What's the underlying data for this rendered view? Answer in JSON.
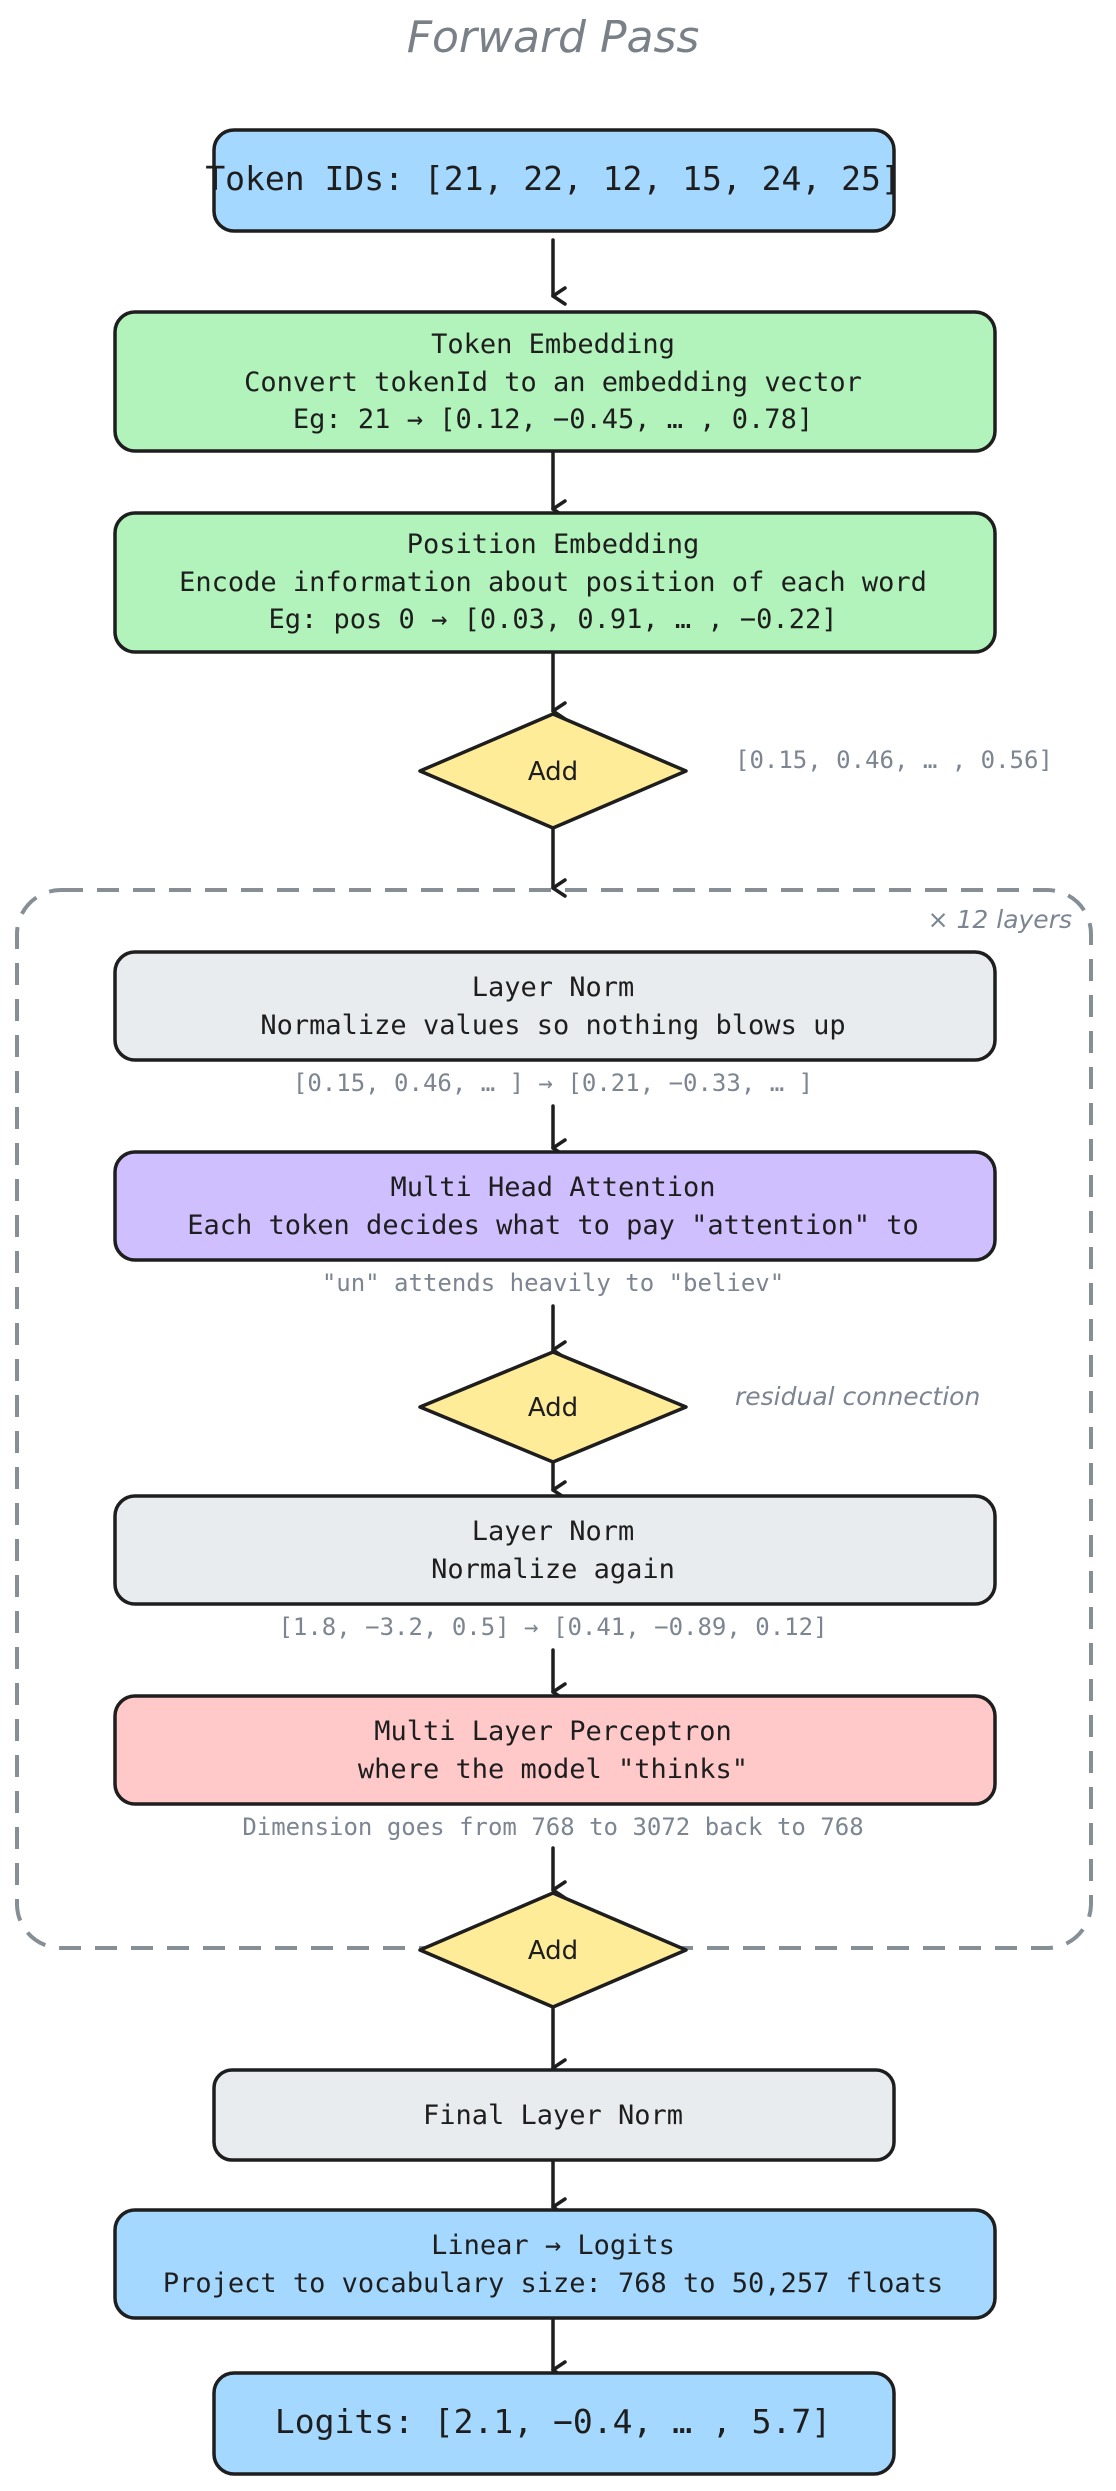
{
  "title": "Forward Pass",
  "colors": {
    "blue": "#a5d8ff",
    "green": "#b2f2bb",
    "gray": "#e9ecef",
    "purple": "#d0bfff",
    "red": "#ffc9c9",
    "yellow": "#ffec99",
    "stroke": "#1e1e1e",
    "note": "#7c8591"
  },
  "nodes": {
    "token_ids": {
      "lines": [
        "Token IDs: [21, 22, 12, 15, 24, 25]"
      ]
    },
    "token_embedding": {
      "lines": [
        "Token Embedding",
        "Convert tokenId to an embedding vector",
        "Eg: 21 → [0.12, −0.45, … , 0.78]"
      ]
    },
    "position_embedding": {
      "lines": [
        "Position Embedding",
        "Encode information about position of each word",
        "Eg: pos 0 → [0.03, 0.91, … , −0.22]"
      ]
    },
    "add_1": {
      "label": "Add"
    },
    "layer_norm_1": {
      "lines": [
        "Layer Norm",
        "Normalize values so nothing blows up"
      ]
    },
    "mha": {
      "lines": [
        "Multi Head Attention",
        "Each token decides what to pay \"attention\" to"
      ]
    },
    "add_2": {
      "label": "Add"
    },
    "layer_norm_2": {
      "lines": [
        "Layer Norm",
        "Normalize again"
      ]
    },
    "mlp": {
      "lines": [
        "Multi Layer Perceptron",
        "where the model \"thinks\""
      ]
    },
    "add_3": {
      "label": "Add"
    },
    "final_layer_norm": {
      "lines": [
        "Final Layer Norm"
      ]
    },
    "linear_logits": {
      "lines": [
        "Linear → Logits",
        "Project to vocabulary size: 768 to 50,257 floats"
      ]
    },
    "logits": {
      "lines": [
        "Logits: [2.1, −0.4, … , 5.7]"
      ]
    }
  },
  "notes": {
    "add_vector": "[0.15, 0.46, … , 0.56]",
    "layers_label": "× 12 layers",
    "ln1_example": "[0.15, 0.46, … ] → [0.21, −0.33, … ]",
    "attention_example": "\"un\" attends heavily to \"believ\"",
    "residual": "residual connection",
    "ln2_example": "[1.8, −3.2, 0.5] → [0.41, −0.89, 0.12]",
    "mlp_dimension": "Dimension goes from 768 to 3072 back to 768"
  }
}
